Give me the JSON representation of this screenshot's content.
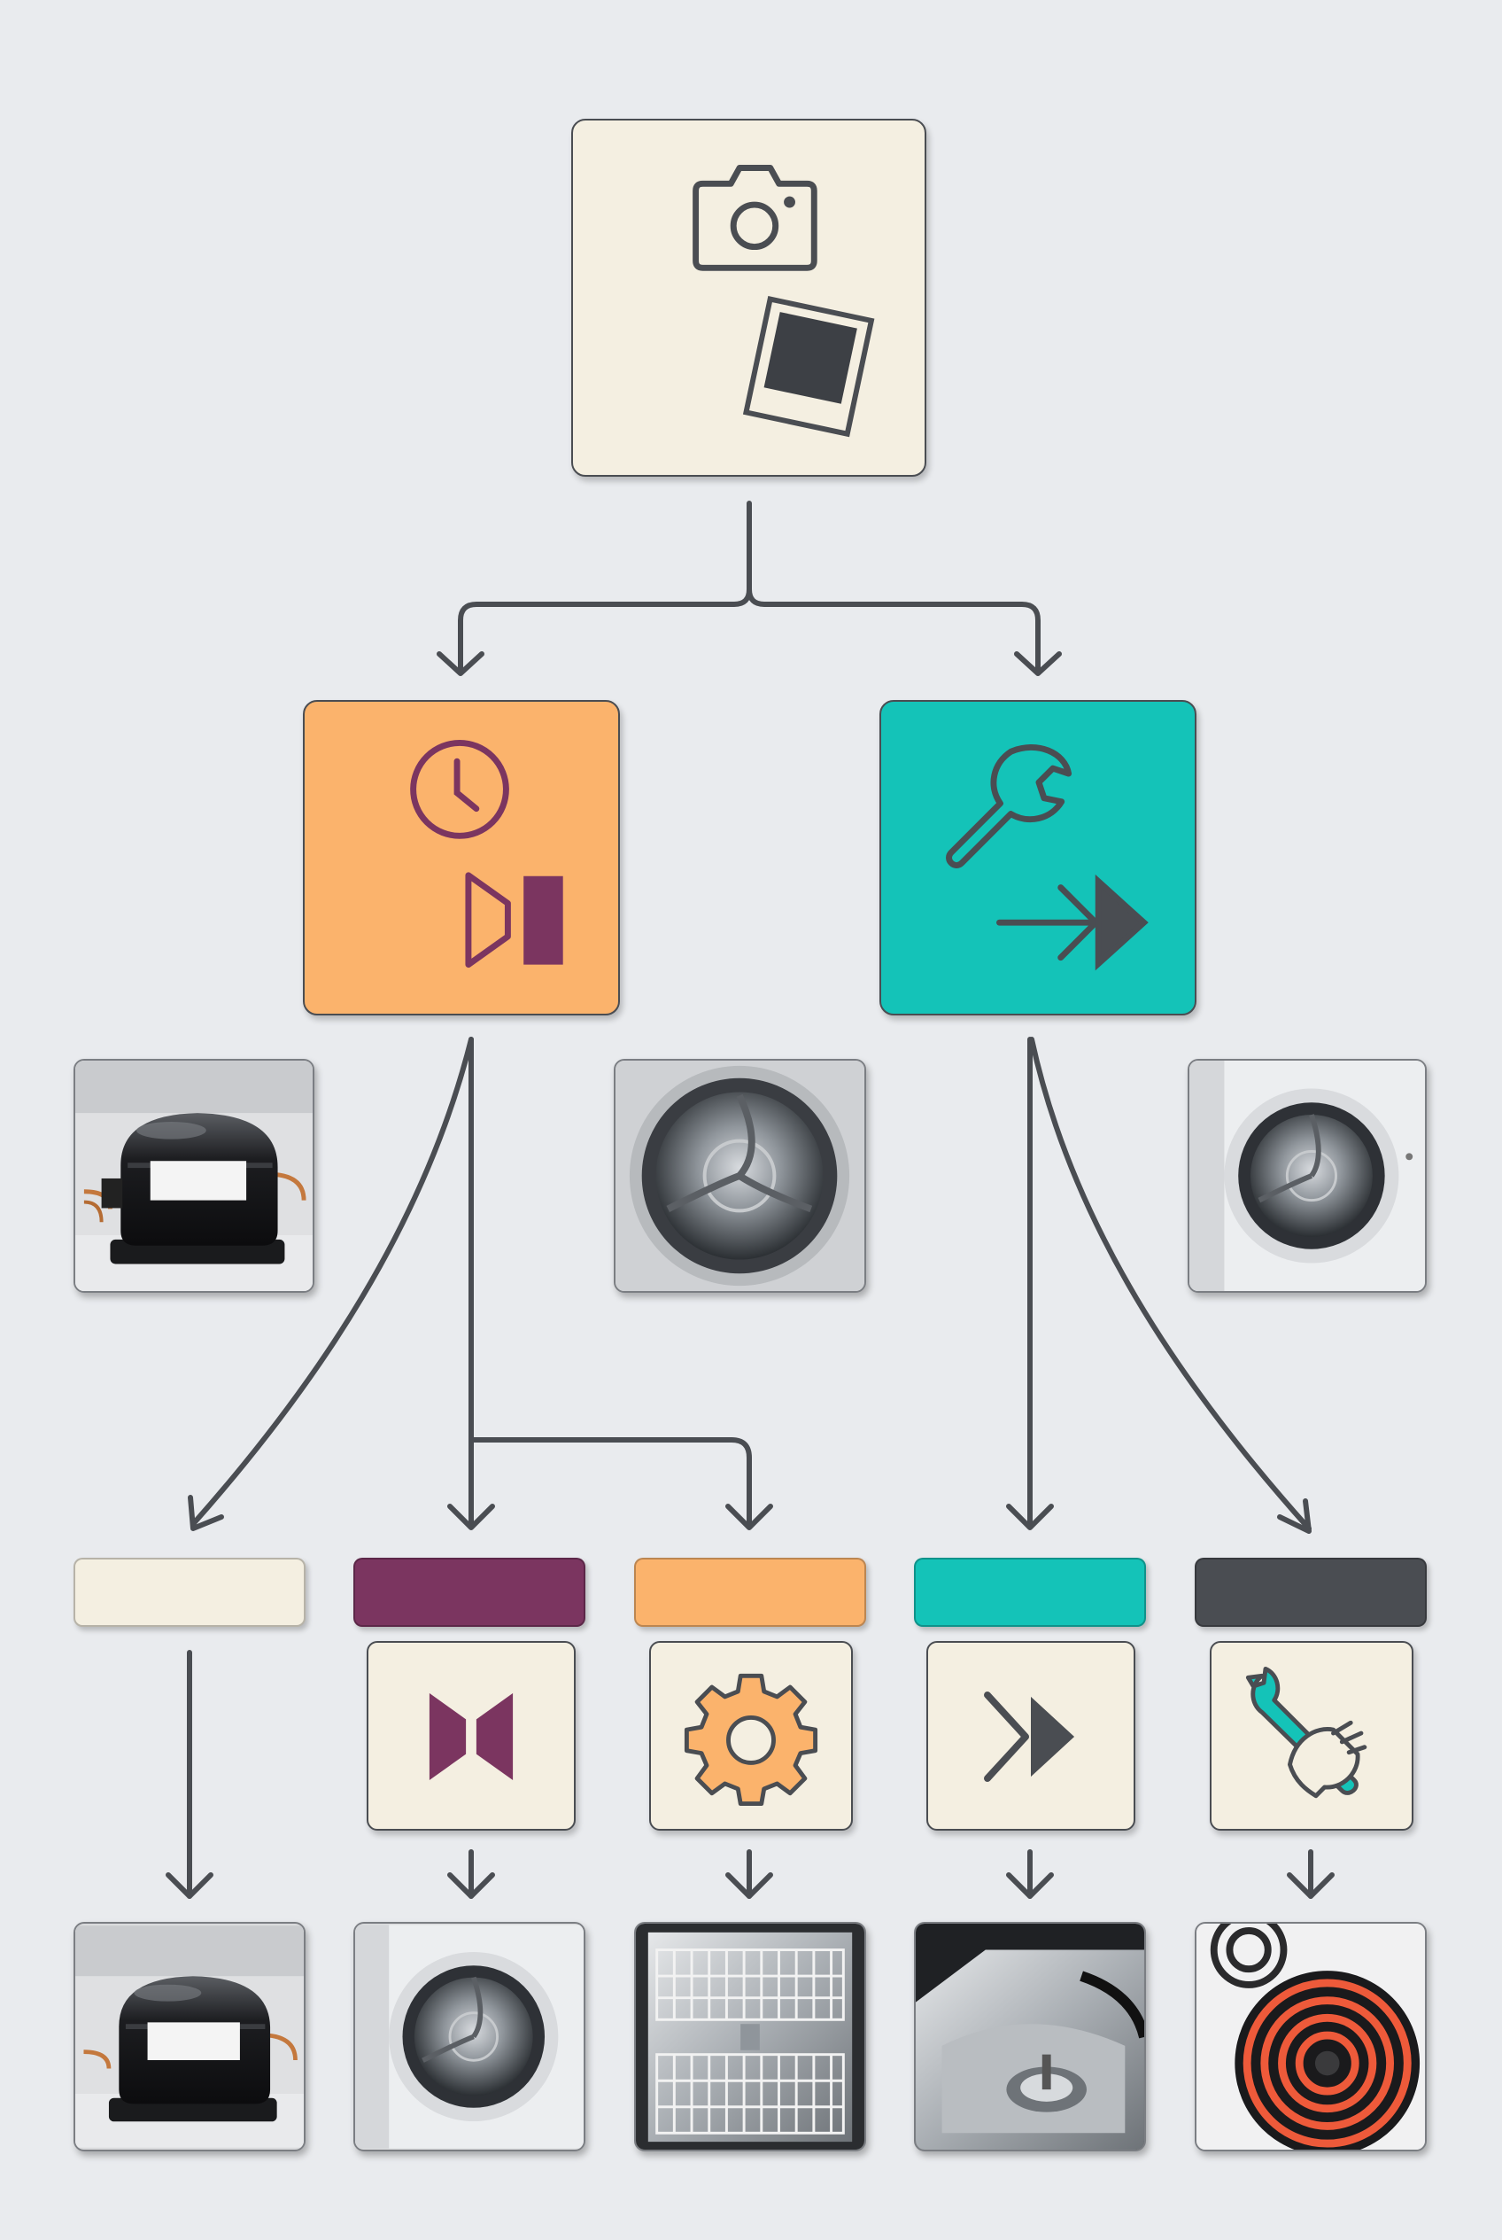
{
  "colors": {
    "background": "#e9ebee",
    "line": "#4a4d52",
    "cream": "#f4efe1",
    "orange": "#fbb36c",
    "teal": "#14c3b8",
    "plum": "#7b3560",
    "charcoal": "#4a4d52"
  },
  "root": {
    "icons": [
      "camera-icon",
      "photo-print-icon"
    ]
  },
  "branches": [
    {
      "id": "left",
      "color": "orange",
      "icons": [
        "clock-icon",
        "step-forward-icon"
      ]
    },
    {
      "id": "right",
      "color": "teal",
      "icons": [
        "wrench-icon",
        "arrow-right-icon"
      ]
    }
  ],
  "middle_photos": [
    "refrigerator-compressor-photo",
    "washing-machine-drum-photo",
    "front-load-washer-photo"
  ],
  "columns": [
    {
      "bar_color": "cream",
      "icon": null,
      "photo": "refrigerator-compressor-photo"
    },
    {
      "bar_color": "plum",
      "icon": "bowtie-icon",
      "photo": "front-load-washer-photo"
    },
    {
      "bar_color": "orange",
      "icon": "gear-icon",
      "photo": "dishwasher-interior-photo"
    },
    {
      "bar_color": "teal",
      "icon": "fast-forward-icon",
      "photo": "sink-drain-photo"
    },
    {
      "bar_color": "charcoal",
      "icon": "hand-wrench-icon",
      "photo": "electric-stove-coil-photo"
    }
  ]
}
